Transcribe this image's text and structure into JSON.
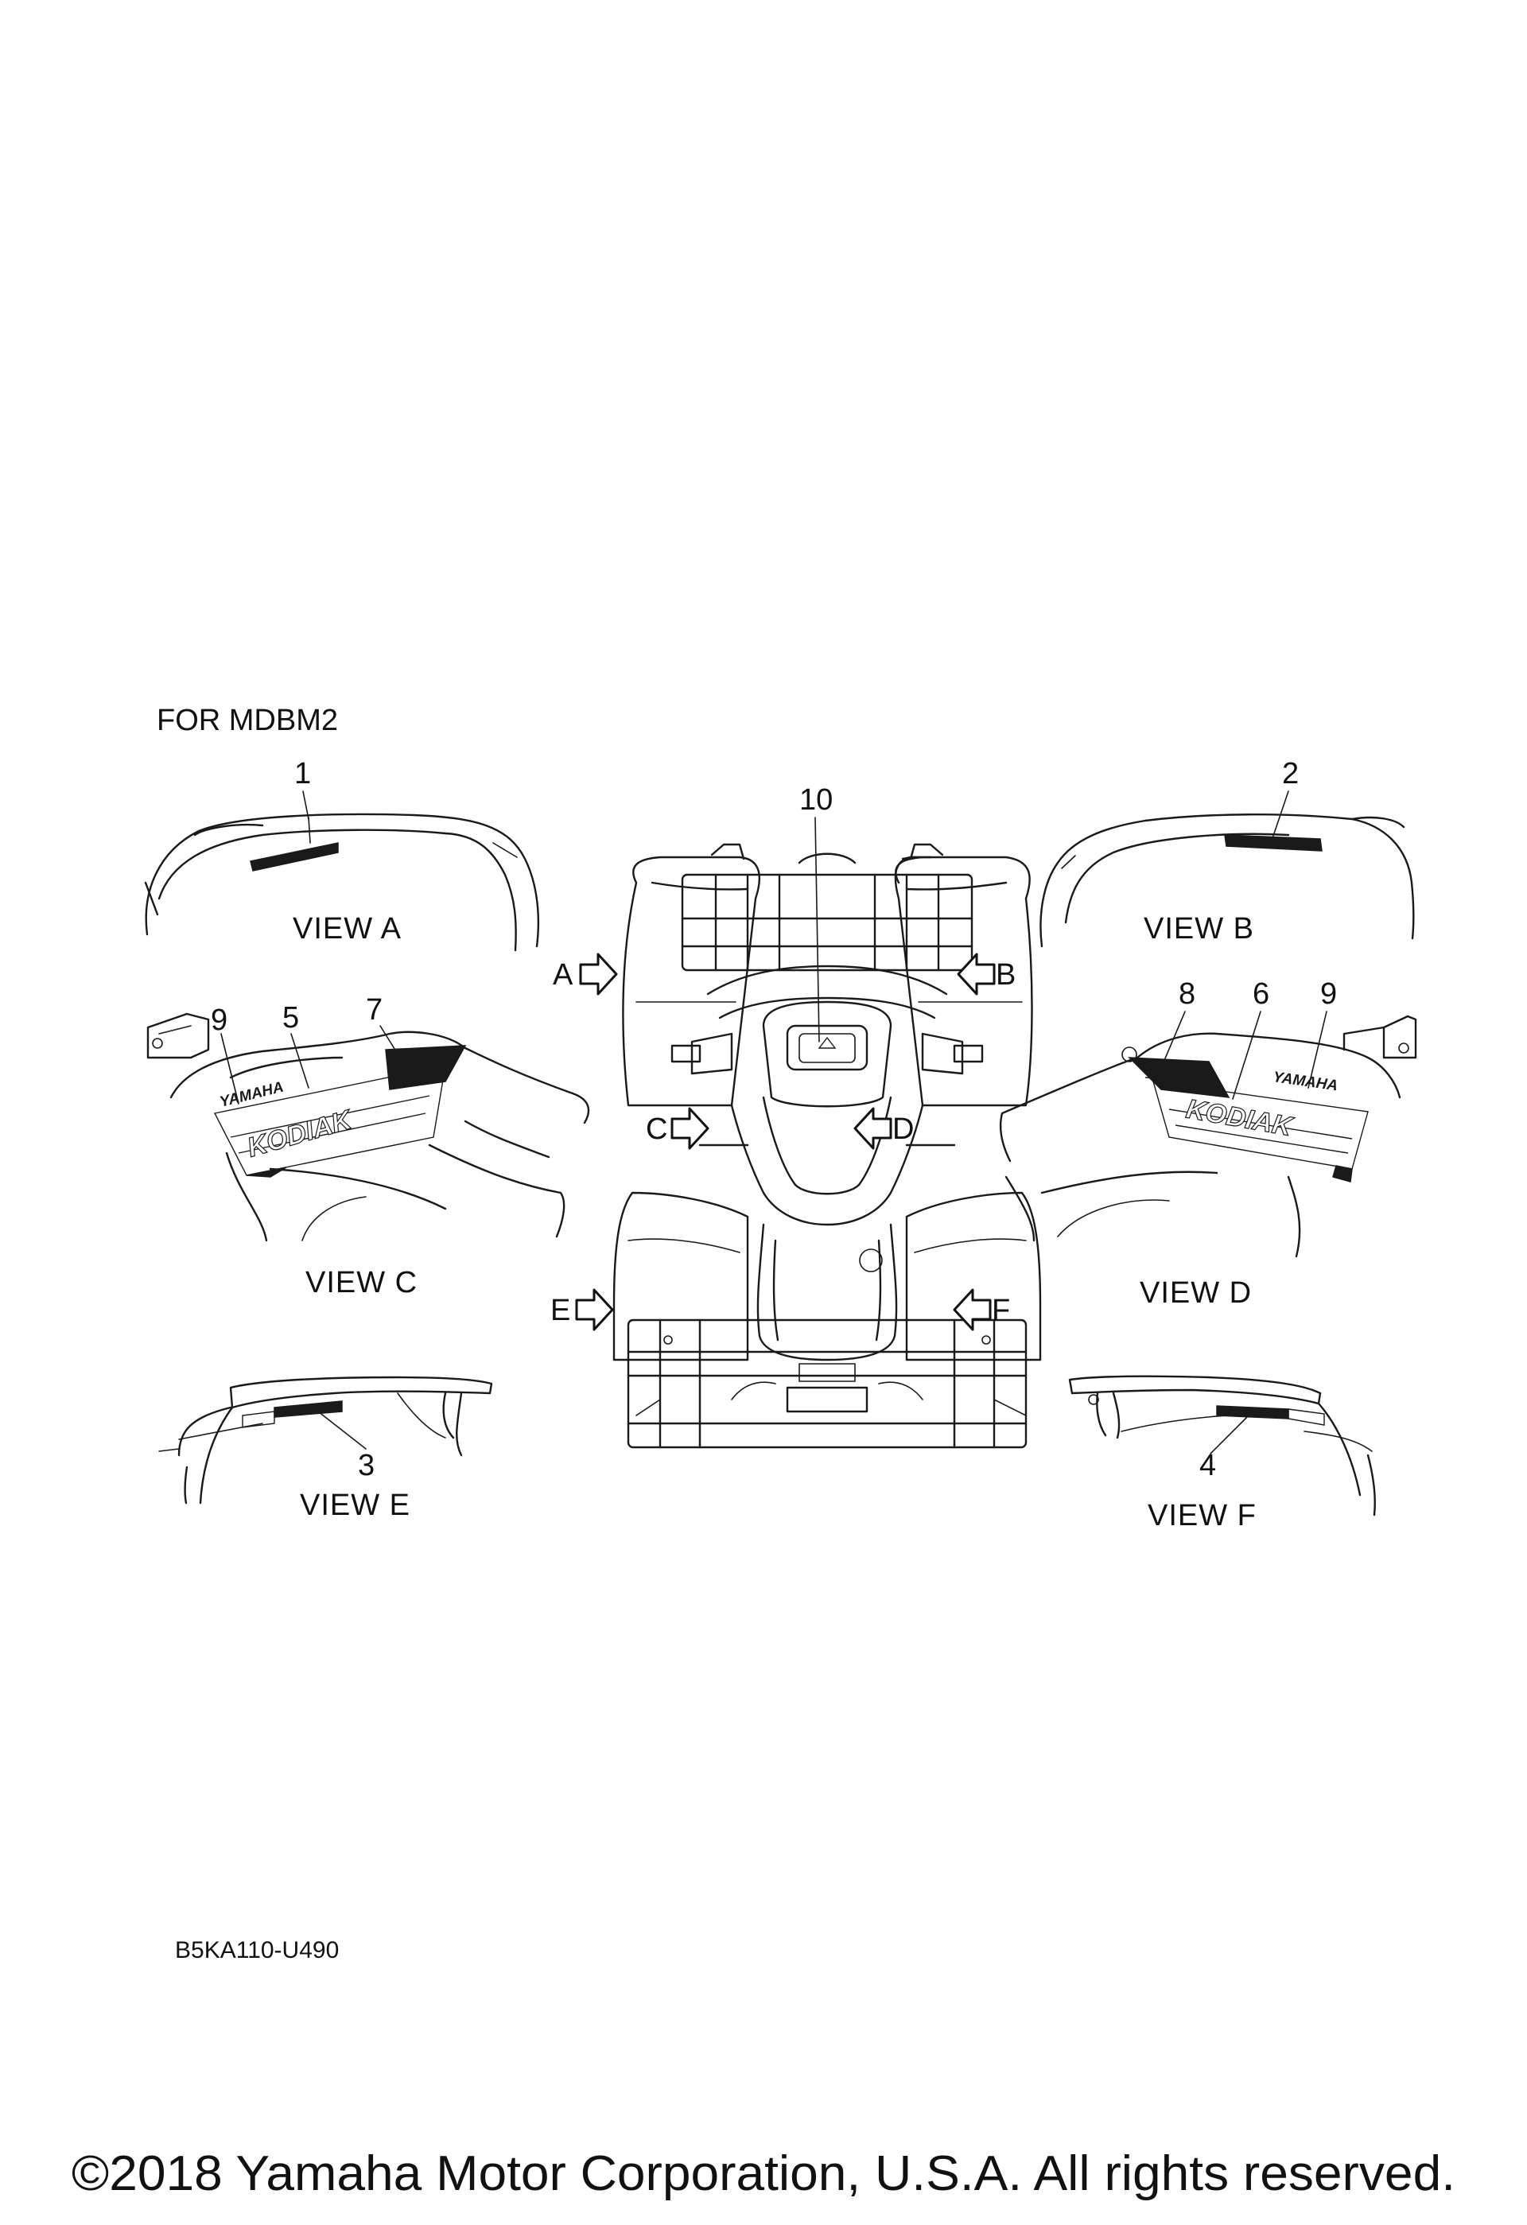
{
  "header": {
    "model_label": "FOR MDBM2"
  },
  "views": {
    "a": {
      "label": "VIEW A"
    },
    "b": {
      "label": "VIEW B"
    },
    "c": {
      "label": "VIEW C"
    },
    "d": {
      "label": "VIEW D"
    },
    "e": {
      "label": "VIEW E"
    },
    "f": {
      "label": "VIEW F"
    }
  },
  "callouts": {
    "p1": "1",
    "p2": "2",
    "p3": "3",
    "p4": "4",
    "p5": "5",
    "p6": "6",
    "p7": "7",
    "p8": "8",
    "p9c": "9",
    "p9d": "9",
    "p10": "10"
  },
  "arrows": {
    "a": "A",
    "b": "B",
    "c": "C",
    "d": "D",
    "e": "E",
    "f": "F"
  },
  "decal_text": {
    "brand": "YAMAHA",
    "model": "KODIAK"
  },
  "footer": {
    "diagram_code": "B5KA110-U490",
    "copyright": "©2018 Yamaha Motor Corporation, U.S.A. All rights reserved."
  }
}
